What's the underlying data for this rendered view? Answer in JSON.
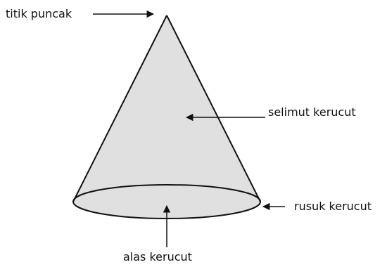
{
  "labels": {
    "apex": "titik puncak",
    "lateral_surface": "selimut kerucut",
    "base_edge": "rusuk kerucut",
    "base": "alas kerucut"
  },
  "colors": {
    "cone_fill": "#e0e0e0",
    "stroke": "#111111",
    "background": "#ffffff"
  }
}
